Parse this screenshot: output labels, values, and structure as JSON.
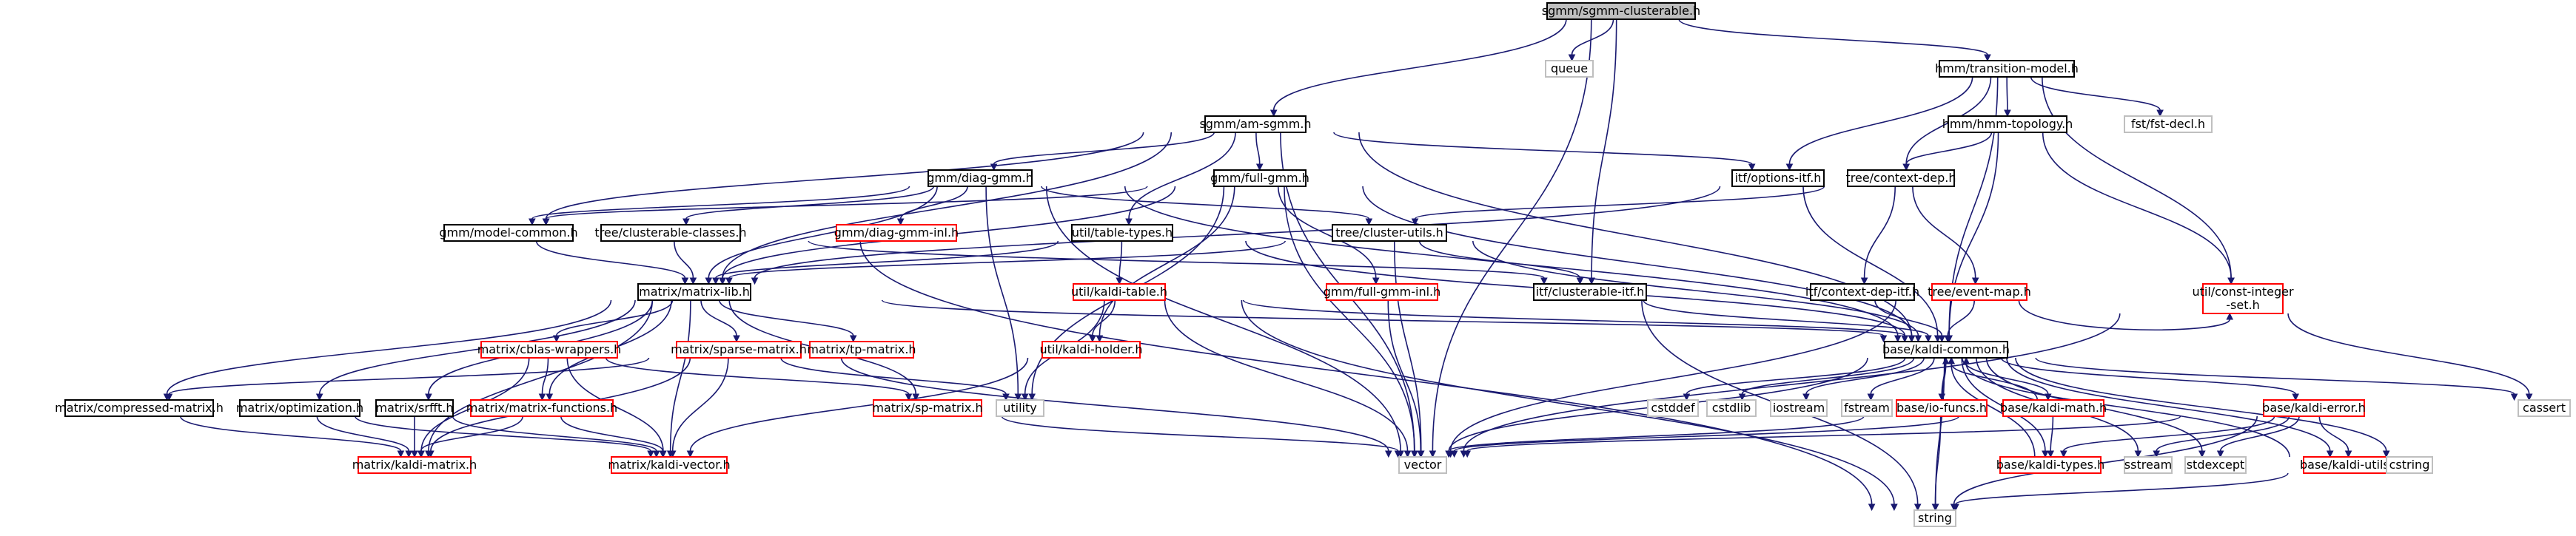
{
  "colors": {
    "edge": "#191970",
    "node_border_default": "#000000",
    "node_border_missing_docs": "#bfbfbf",
    "node_border_truncated": "#ff0000",
    "root_fill": "#bfbfbf",
    "node_fill": "#ffffff"
  },
  "nodes": [
    {
      "id": "root",
      "label": "sgmm/sgmm-clusterable.h",
      "style": "root"
    },
    {
      "id": "queue",
      "label": "queue",
      "style": "external"
    },
    {
      "id": "hmm_tm",
      "label": "hmm/transition-model.h",
      "style": "normal"
    },
    {
      "id": "sgmm_am",
      "label": "sgmm/am-sgmm.h",
      "style": "normal"
    },
    {
      "id": "hmm_topo",
      "label": "hmm/hmm-topology.h",
      "style": "normal"
    },
    {
      "id": "fst_decl",
      "label": "fst/fst-decl.h",
      "style": "external"
    },
    {
      "id": "gmm_diag",
      "label": "gmm/diag-gmm.h",
      "style": "normal"
    },
    {
      "id": "gmm_full",
      "label": "gmm/full-gmm.h",
      "style": "normal"
    },
    {
      "id": "itf_options",
      "label": "itf/options-itf.h",
      "style": "normal"
    },
    {
      "id": "tree_ctx",
      "label": "tree/context-dep.h",
      "style": "normal"
    },
    {
      "id": "gmm_model",
      "label": "gmm/model-common.h",
      "style": "normal"
    },
    {
      "id": "tree_cc",
      "label": "tree/clusterable-classes.h",
      "style": "normal"
    },
    {
      "id": "gmm_diag_inl",
      "label": "gmm/diag-gmm-inl.h",
      "style": "truncated"
    },
    {
      "id": "util_tt",
      "label": "util/table-types.h",
      "style": "normal"
    },
    {
      "id": "tree_cu",
      "label": "tree/cluster-utils.h",
      "style": "normal"
    },
    {
      "id": "matrix_lib",
      "label": "matrix/matrix-lib.h",
      "style": "normal"
    },
    {
      "id": "util_kt",
      "label": "util/kaldi-table.h",
      "style": "truncated"
    },
    {
      "id": "gmm_full_inl",
      "label": "gmm/full-gmm-inl.h",
      "style": "truncated"
    },
    {
      "id": "itf_clus",
      "label": "itf/clusterable-itf.h",
      "style": "normal"
    },
    {
      "id": "itf_cd",
      "label": "itf/context-dep-itf.h",
      "style": "normal"
    },
    {
      "id": "tree_em",
      "label": "tree/event-map.h",
      "style": "truncated"
    },
    {
      "id": "util_cis",
      "label": "util/const-integer\n-set.h",
      "style": "truncated"
    },
    {
      "id": "matrix_cblas",
      "label": "matrix/cblas-wrappers.h",
      "style": "truncated"
    },
    {
      "id": "matrix_sparse",
      "label": "matrix/sparse-matrix.h",
      "style": "truncated"
    },
    {
      "id": "matrix_tp",
      "label": "matrix/tp-matrix.h",
      "style": "truncated"
    },
    {
      "id": "util_kh",
      "label": "util/kaldi-holder.h",
      "style": "truncated"
    },
    {
      "id": "base_kc",
      "label": "base/kaldi-common.h",
      "style": "normal"
    },
    {
      "id": "cassert",
      "label": "cassert",
      "style": "external"
    },
    {
      "id": "matrix_cm",
      "label": "matrix/compressed-matrix.h",
      "style": "normal"
    },
    {
      "id": "matrix_opt",
      "label": "matrix/optimization.h",
      "style": "normal"
    },
    {
      "id": "matrix_srfft",
      "label": "matrix/srfft.h",
      "style": "normal"
    },
    {
      "id": "matrix_mf",
      "label": "matrix/matrix-functions.h",
      "style": "truncated"
    },
    {
      "id": "matrix_sp",
      "label": "matrix/sp-matrix.h",
      "style": "truncated"
    },
    {
      "id": "utility",
      "label": "utility",
      "style": "external"
    },
    {
      "id": "cstddef",
      "label": "cstddef",
      "style": "external"
    },
    {
      "id": "cstdlib",
      "label": "cstdlib",
      "style": "external"
    },
    {
      "id": "iostream",
      "label": "iostream",
      "style": "external"
    },
    {
      "id": "fstream",
      "label": "fstream",
      "style": "external"
    },
    {
      "id": "base_io",
      "label": "base/io-funcs.h",
      "style": "truncated"
    },
    {
      "id": "base_km",
      "label": "base/kaldi-math.h",
      "style": "truncated"
    },
    {
      "id": "base_ke",
      "label": "base/kaldi-error.h",
      "style": "truncated"
    },
    {
      "id": "matrix_kmat",
      "label": "matrix/kaldi-matrix.h",
      "style": "truncated"
    },
    {
      "id": "matrix_kvec",
      "label": "matrix/kaldi-vector.h",
      "style": "truncated"
    },
    {
      "id": "vector",
      "label": "vector",
      "style": "external"
    },
    {
      "id": "base_kt",
      "label": "base/kaldi-types.h",
      "style": "truncated"
    },
    {
      "id": "sstream",
      "label": "sstream",
      "style": "external"
    },
    {
      "id": "stdexcept",
      "label": "stdexcept",
      "style": "external"
    },
    {
      "id": "base_ku",
      "label": "base/kaldi-utils.h",
      "style": "truncated"
    },
    {
      "id": "cstring",
      "label": "cstring",
      "style": "external"
    },
    {
      "id": "string",
      "label": "string",
      "style": "external"
    }
  ],
  "edges": [
    [
      "root",
      "queue"
    ],
    [
      "root",
      "hmm_tm"
    ],
    [
      "root",
      "sgmm_am"
    ],
    [
      "root",
      "vector"
    ],
    [
      "root",
      "itf_clus"
    ],
    [
      "hmm_tm",
      "hmm_topo"
    ],
    [
      "hmm_tm",
      "fst_decl"
    ],
    [
      "hmm_tm",
      "itf_options"
    ],
    [
      "hmm_tm",
      "tree_ctx"
    ],
    [
      "hmm_tm",
      "util_cis"
    ],
    [
      "hmm_tm",
      "base_kc"
    ],
    [
      "hmm_topo",
      "tree_ctx"
    ],
    [
      "hmm_topo",
      "base_kc"
    ],
    [
      "hmm_topo",
      "util_cis"
    ],
    [
      "sgmm_am",
      "gmm_diag"
    ],
    [
      "sgmm_am",
      "gmm_full"
    ],
    [
      "sgmm_am",
      "itf_options"
    ],
    [
      "sgmm_am",
      "util_tt"
    ],
    [
      "sgmm_am",
      "gmm_model"
    ],
    [
      "sgmm_am",
      "matrix_lib"
    ],
    [
      "sgmm_am",
      "base_kc"
    ],
    [
      "sgmm_am",
      "vector"
    ],
    [
      "gmm_diag",
      "gmm_model"
    ],
    [
      "gmm_diag",
      "tree_cc"
    ],
    [
      "gmm_diag",
      "gmm_diag_inl"
    ],
    [
      "gmm_diag",
      "matrix_lib"
    ],
    [
      "gmm_diag",
      "tree_cu"
    ],
    [
      "gmm_diag",
      "base_kc"
    ],
    [
      "gmm_diag",
      "utility"
    ],
    [
      "gmm_diag",
      "vector"
    ],
    [
      "gmm_full",
      "gmm_model"
    ],
    [
      "gmm_full",
      "gmm_full_inl"
    ],
    [
      "gmm_full",
      "matrix_lib"
    ],
    [
      "gmm_full",
      "util_kh"
    ],
    [
      "gmm_full",
      "base_kc"
    ],
    [
      "gmm_full",
      "vector"
    ],
    [
      "gmm_full",
      "utility"
    ],
    [
      "itf_options",
      "base_kc"
    ],
    [
      "tree_ctx",
      "tree_cu"
    ],
    [
      "tree_ctx",
      "itf_cd"
    ],
    [
      "tree_ctx",
      "tree_em"
    ],
    [
      "tree_ctx",
      "matrix_lib"
    ],
    [
      "gmm_model",
      "matrix_lib"
    ],
    [
      "tree_cc",
      "matrix_lib"
    ],
    [
      "tree_cc",
      "itf_clus"
    ],
    [
      "tree_cc",
      "string"
    ],
    [
      "util_tt",
      "util_kt"
    ],
    [
      "util_tt",
      "matrix_lib"
    ],
    [
      "util_tt",
      "base_kc"
    ],
    [
      "tree_cu",
      "matrix_lib"
    ],
    [
      "tree_cu",
      "itf_clus"
    ],
    [
      "tree_cu",
      "vector"
    ],
    [
      "tree_cu",
      "base_kc"
    ],
    [
      "util_kt",
      "util_kh"
    ],
    [
      "util_kt",
      "base_kc"
    ],
    [
      "util_kt",
      "utility"
    ],
    [
      "util_kt",
      "vector"
    ],
    [
      "util_kt",
      "string"
    ],
    [
      "gmm_full_inl",
      "vector"
    ],
    [
      "itf_clus",
      "base_kc"
    ],
    [
      "itf_clus",
      "string"
    ],
    [
      "itf_cd",
      "base_kc"
    ],
    [
      "tree_em",
      "base_kc"
    ],
    [
      "tree_em",
      "util_cis"
    ],
    [
      "tree_em",
      "vector"
    ],
    [
      "util_cis",
      "cassert"
    ],
    [
      "util_cis",
      "vector"
    ],
    [
      "util_kh",
      "matrix_kvec"
    ],
    [
      "matrix_lib",
      "matrix_cblas"
    ],
    [
      "matrix_lib",
      "matrix_sparse"
    ],
    [
      "matrix_lib",
      "matrix_tp"
    ],
    [
      "matrix_lib",
      "matrix_cm"
    ],
    [
      "matrix_lib",
      "matrix_opt"
    ],
    [
      "matrix_lib",
      "matrix_srfft"
    ],
    [
      "matrix_lib",
      "matrix_mf"
    ],
    [
      "matrix_lib",
      "matrix_sp"
    ],
    [
      "matrix_lib",
      "matrix_kmat"
    ],
    [
      "matrix_lib",
      "matrix_kvec"
    ],
    [
      "matrix_lib",
      "base_kc"
    ],
    [
      "matrix_cblas",
      "matrix_mf"
    ],
    [
      "matrix_cblas",
      "matrix_kmat"
    ],
    [
      "matrix_cblas",
      "matrix_kvec"
    ],
    [
      "matrix_cblas",
      "matrix_sp"
    ],
    [
      "matrix_sparse",
      "matrix_cm"
    ],
    [
      "matrix_sparse",
      "matrix_kmat"
    ],
    [
      "matrix_sparse",
      "matrix_kvec"
    ],
    [
      "matrix_sparse",
      "utility"
    ],
    [
      "matrix_sparse",
      "vector"
    ],
    [
      "matrix_cm",
      "matrix_kmat"
    ],
    [
      "matrix_opt",
      "matrix_kmat"
    ],
    [
      "matrix_opt",
      "matrix_kvec"
    ],
    [
      "matrix_srfft",
      "matrix_kmat"
    ],
    [
      "matrix_srfft",
      "matrix_kvec"
    ],
    [
      "matrix_mf",
      "matrix_kmat"
    ],
    [
      "matrix_mf",
      "matrix_kvec"
    ],
    [
      "matrix_sp",
      "vector"
    ],
    [
      "base_kc",
      "cstddef"
    ],
    [
      "base_kc",
      "cstdlib"
    ],
    [
      "base_kc",
      "iostream"
    ],
    [
      "base_kc",
      "fstream"
    ],
    [
      "base_kc",
      "base_io"
    ],
    [
      "base_kc",
      "base_km"
    ],
    [
      "base_kc",
      "base_ke"
    ],
    [
      "base_kc",
      "vector"
    ],
    [
      "base_kc",
      "sstream"
    ],
    [
      "base_kc",
      "stdexcept"
    ],
    [
      "base_kc",
      "cassert"
    ],
    [
      "base_kc",
      "cstring"
    ],
    [
      "base_kc",
      "base_ku"
    ],
    [
      "base_kc",
      "base_kt"
    ],
    [
      "base_kc",
      "string"
    ],
    [
      "base_io",
      "vector"
    ],
    [
      "base_io",
      "string"
    ],
    [
      "base_io",
      "base_kc"
    ],
    [
      "base_km",
      "base_kt"
    ],
    [
      "base_km",
      "vector"
    ],
    [
      "base_km",
      "base_kc"
    ],
    [
      "base_ke",
      "vector"
    ],
    [
      "base_ke",
      "sstream"
    ],
    [
      "base_ke",
      "stdexcept"
    ],
    [
      "base_ke",
      "string"
    ],
    [
      "base_ke",
      "base_kt"
    ],
    [
      "base_ke",
      "base_ku"
    ],
    [
      "base_ku",
      "string"
    ],
    [
      "base_ku",
      "base_kc"
    ],
    [
      "base_kt",
      "base_kc"
    ]
  ]
}
